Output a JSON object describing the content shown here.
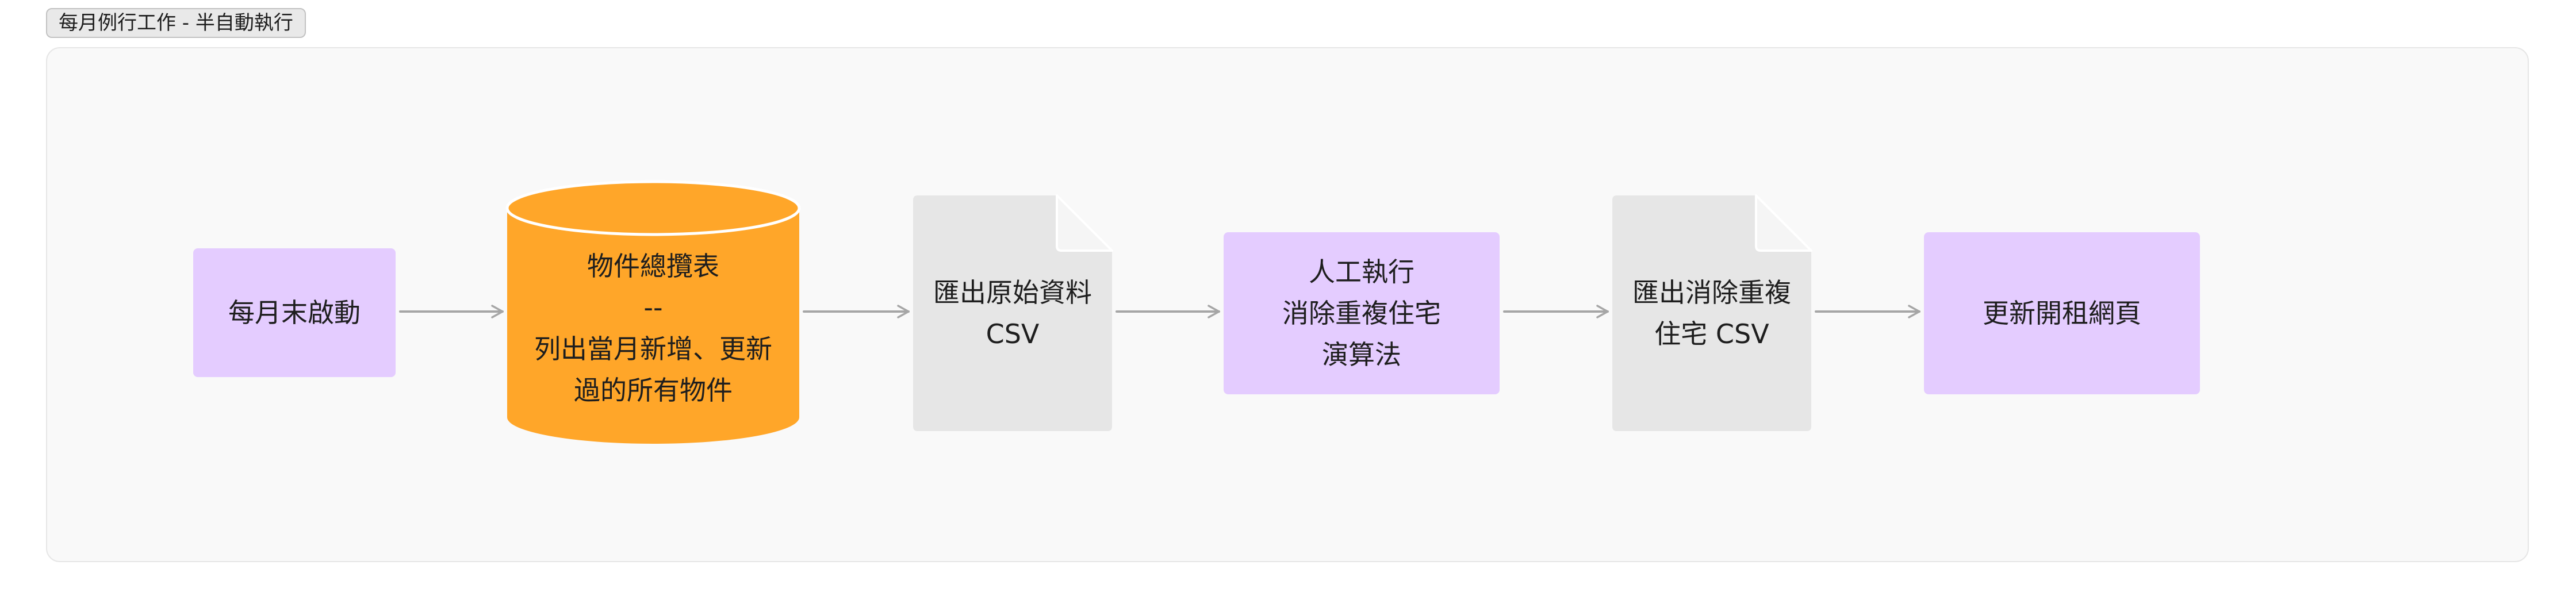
{
  "section": {
    "title": "每月例行工作 - 半自動執行"
  },
  "colors": {
    "process_fill": "#e4ccff",
    "database_fill": "#ffa629",
    "document_fill": "#e6e6e6",
    "document_fold": "#f5f5f5",
    "connector": "#a6a6a6",
    "text": "#1e1e1e"
  },
  "nodes": [
    {
      "id": "start",
      "shape": "process",
      "lines": [
        "每月末啟動"
      ]
    },
    {
      "id": "listing-table",
      "shape": "database",
      "lines": [
        "物件總攬表",
        "--",
        "列出當月新增、更新",
        "過的所有物件"
      ]
    },
    {
      "id": "raw-csv",
      "shape": "document",
      "lines": [
        "匯出原始資料",
        "CSV"
      ]
    },
    {
      "id": "dedup-algorithm",
      "shape": "process",
      "lines": [
        "人工執行",
        "消除重複住宅",
        "演算法"
      ]
    },
    {
      "id": "dedup-csv",
      "shape": "document",
      "lines": [
        "匯出消除重複",
        "住宅 CSV"
      ]
    },
    {
      "id": "update-page",
      "shape": "process",
      "lines": [
        "更新開租網頁"
      ]
    }
  ],
  "edges": [
    {
      "from": "start",
      "to": "listing-table"
    },
    {
      "from": "listing-table",
      "to": "raw-csv"
    },
    {
      "from": "raw-csv",
      "to": "dedup-algorithm"
    },
    {
      "from": "dedup-algorithm",
      "to": "dedup-csv"
    },
    {
      "from": "dedup-csv",
      "to": "update-page"
    }
  ]
}
